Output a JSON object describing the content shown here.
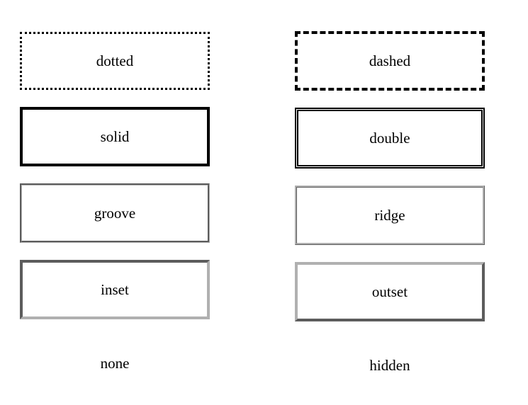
{
  "boxes": {
    "dotted": "dotted",
    "dashed": "dashed",
    "solid": "solid",
    "double": "double",
    "groove": "groove",
    "ridge": "ridge",
    "inset": "inset",
    "outset": "outset",
    "none": "none",
    "hidden": "hidden"
  },
  "colors": {
    "text": "#000000",
    "background": "#ffffff",
    "border_dark": "#000000",
    "border_gray": "#b0b0b0"
  }
}
